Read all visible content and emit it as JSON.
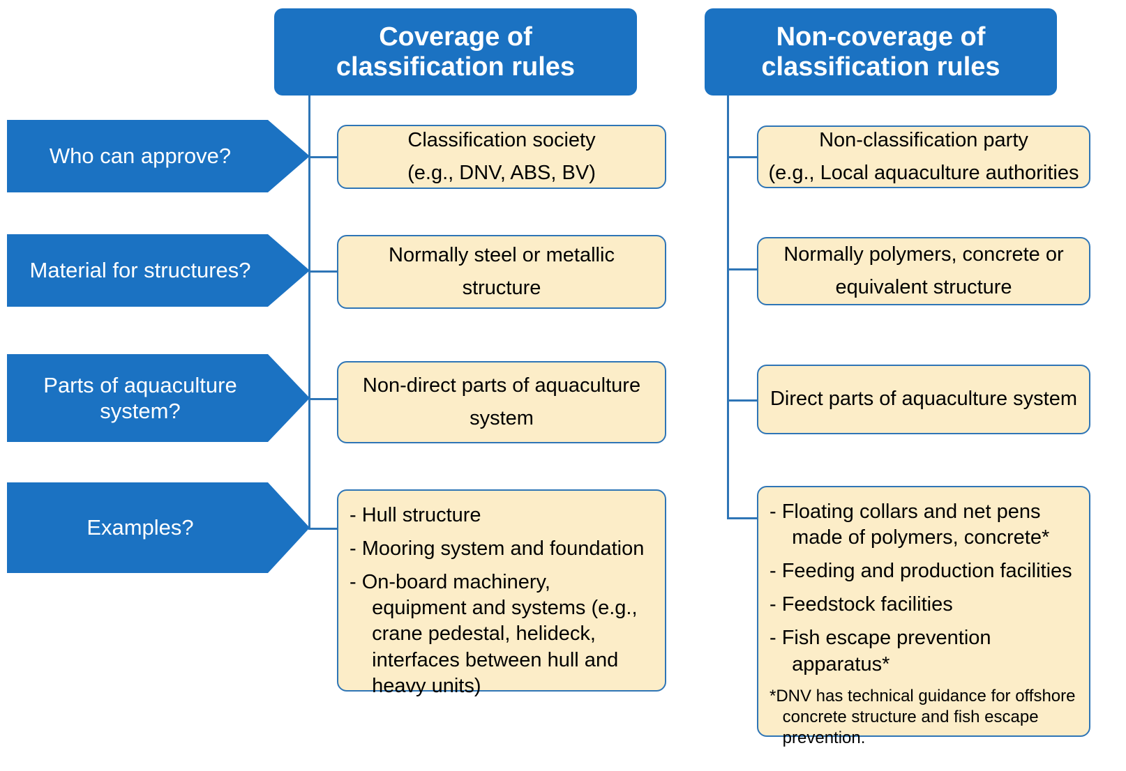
{
  "diagram": {
    "title_left": "Coverage of\nclassification rules",
    "title_right": "Non-coverage of\nclassification rules",
    "accent_blue": "#1B72C2",
    "box_fill": "#FCEDC8",
    "box_border": "#2E75B6",
    "connector_color": "#2E75B6"
  },
  "columns": {
    "left": {
      "header": "Coverage of classification rules",
      "header_line1": "Coverage of",
      "header_line2": "classification rules"
    },
    "right": {
      "header": "Non-coverage of classification rules",
      "header_line1": "Non-coverage of",
      "header_line2": "classification rules"
    }
  },
  "questions": [
    {
      "id": "who-can-approve",
      "label": "Who can approve?"
    },
    {
      "id": "material-for-structures",
      "label": "Material for structures?"
    },
    {
      "id": "parts-of-aquaculture-system",
      "label": "Parts of aquaculture system?"
    },
    {
      "id": "examples",
      "label": "Examples?"
    }
  ],
  "rows": [
    {
      "question": "Who can approve?",
      "left": {
        "line1": "Classification society",
        "line2": "(e.g., DNV, ABS, BV)"
      },
      "right": {
        "line1": "Non-classification party",
        "line2": "(e.g., Local aquaculture authorities"
      }
    },
    {
      "question": "Material for structures?",
      "left": {
        "line1": "Normally steel or metallic",
        "line2": "structure"
      },
      "right": {
        "line1": "Normally polymers, concrete or",
        "line2": "equivalent structure"
      }
    },
    {
      "question": "Parts of aquaculture system?",
      "left": {
        "line1": "Non-direct parts of aquaculture",
        "line2": "system"
      },
      "right": {
        "line1": "Direct parts of aquaculture system",
        "line2": ""
      }
    }
  ],
  "examples": {
    "left": {
      "items": [
        "- Hull structure",
        "- Mooring system and foundation",
        "- On-board machinery,\n  equipment and systems (e.g.,\n  crane pedestal, helideck,\n  interfaces between hull and\n  heavy units)"
      ]
    },
    "right": {
      "items": [
        "- Floating collars and net pens\n  made of polymers, concrete*",
        "- Feeding and production facilities",
        "- Feedstock facilities",
        "- Fish escape prevention\n  apparatus*"
      ],
      "footnote": "*DNV has technical guidance for offshore\n concrete structure and fish escape\n prevention."
    }
  }
}
